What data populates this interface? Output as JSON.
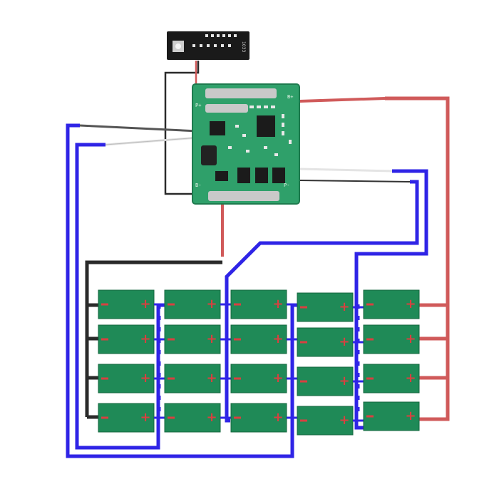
{
  "colors": {
    "background": "#ffffff",
    "pcb_green": "#2fa06a",
    "pcb_dark": "#1e7a4e",
    "cell_green": "#1f8a57",
    "cell_edge": "#15673f",
    "terminal_red": "#d84040",
    "wire_blue": "#2f24e6",
    "wire_black": "#2a2a2a",
    "wire_red": "#d05a5a",
    "wire_white": "#eeeeee",
    "led_board": "#1a1a1a",
    "nickel": "#c9c9c9"
  },
  "bms_board": {
    "labels": {
      "b_plus": "B+",
      "p_plus": "P+",
      "b_minus": "B-",
      "p_minus": "P-"
    }
  },
  "led_board": {
    "label": "1033"
  },
  "cell_array": {
    "rows": 4,
    "columns": 5,
    "terminal_symbol": "+"
  },
  "icons": {
    "bms": "circuit-board-icon",
    "led": "led-indicator-icon",
    "cell": "battery-cell-icon"
  }
}
